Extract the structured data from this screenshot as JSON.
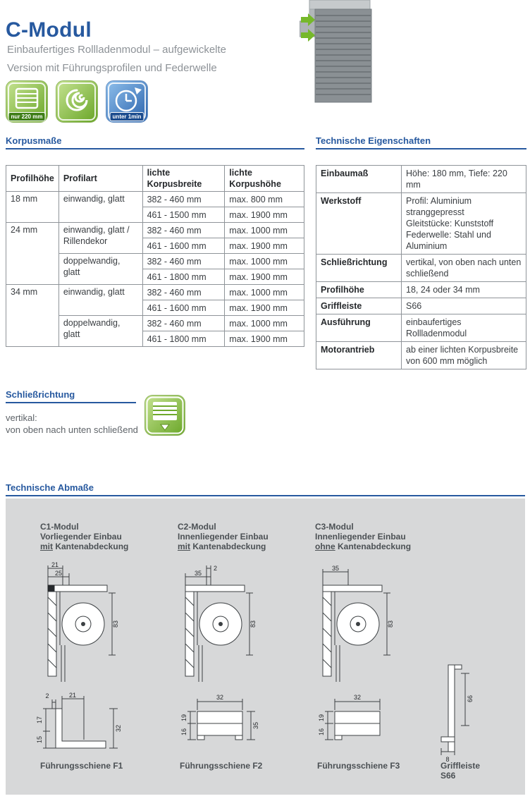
{
  "header": {
    "title": "C-Modul",
    "subtitle1": "Einbaufertiges Rollladenmodul – aufgewickelte",
    "subtitle2": "Version mit Führungsprofilen und Federwelle"
  },
  "badges": {
    "depth_label": "nur 220 mm",
    "time_label": "unter 1min"
  },
  "korpus": {
    "heading": "Korpusmaße",
    "headers": [
      "Profilhöhe",
      "Profilart",
      "lichte Korpusbreite",
      "lichte Korpushöhe"
    ],
    "profilhoehen": [
      "18 mm",
      "24 mm",
      "34 mm"
    ],
    "profilarten": [
      "einwandig, glatt",
      "einwandig, glatt / Rillendekor",
      "doppelwandig, glatt",
      "einwandig, glatt",
      "doppelwandig, glatt"
    ],
    "breiten": [
      "382 - 460 mm",
      "461 - 1500 mm",
      "382 - 460 mm",
      "461 - 1600 mm",
      "382 - 460 mm",
      "461 - 1800 mm",
      "382 - 460 mm",
      "461 - 1600 mm",
      "382 - 460 mm",
      "461 - 1800 mm"
    ],
    "hoehen": [
      "max. 800 mm",
      "max. 1900 mm",
      "max. 1000 mm",
      "max. 1900 mm",
      "max. 1000 mm",
      "max. 1900 mm",
      "max. 1000 mm",
      "max. 1900 mm",
      "max. 1000 mm",
      "max. 1900 mm"
    ]
  },
  "eigenschaften": {
    "heading": "Technische Eigenschaften",
    "rows": [
      {
        "label": "Einbaumaß",
        "value": "Höhe: 180 mm, Tiefe: 220 mm"
      },
      {
        "label": "Werkstoff",
        "value": "Profil: Aluminium stranggepresst\nGleitstücke: Kunststoff\nFederwelle: Stahl und Aluminium"
      },
      {
        "label": "Schließrichtung",
        "value": "vertikal, von oben nach unten\nschließend"
      },
      {
        "label": "Profilhöhe",
        "value": "18, 24 oder 34 mm"
      },
      {
        "label": "Griffleiste",
        "value": "S66"
      },
      {
        "label": "Ausführung",
        "value": "einbaufertiges Rollladenmodul"
      },
      {
        "label": "Motorantrieb",
        "value": "ab einer lichten Korpusbreite\nvon 600 mm möglich"
      }
    ]
  },
  "schliessrichtung": {
    "heading": "Schließrichtung",
    "text1": "vertikal:",
    "text2": "von oben nach unten schließend"
  },
  "abmasse": {
    "heading": "Technische Abmaße",
    "modules": [
      {
        "name": "C1-Modul",
        "line1": "Vorliegender Einbau",
        "emph": "mit",
        "rest": " Kantenabdeckung",
        "dims": {
          "top1": "21",
          "top2": "25",
          "side": "83"
        }
      },
      {
        "name": "C2-Modul",
        "line1": "Innenliegender Einbau",
        "emph": "mit",
        "rest": " Kantenabdeckung",
        "dims": {
          "top1": "2",
          "top2": "35",
          "side": "83"
        }
      },
      {
        "name": "C3-Modul",
        "line1": "Innenliegender Einbau",
        "emph": "ohne",
        "rest": " Kantenabdeckung",
        "dims": {
          "top1": "35",
          "side": "83"
        }
      }
    ],
    "rails": [
      {
        "name": "Führungsschiene F1",
        "dims": {
          "d1": "2",
          "d2": "21",
          "d3": "17",
          "d4": "15",
          "d5": "32"
        }
      },
      {
        "name": "Führungsschiene F2",
        "dims": {
          "d1": "32",
          "d2": "19",
          "d3": "16",
          "d4": "35"
        }
      },
      {
        "name": "Führungsschiene F3",
        "dims": {
          "d1": "32",
          "d2": "19",
          "d3": "16"
        }
      },
      {
        "name": "Griffleiste\nS66",
        "dims": {
          "d1": "66",
          "d2": "8"
        }
      }
    ]
  },
  "colors": {
    "accent_blue": "#27599f",
    "badge_green": "#76b82a",
    "badge_blue": "#2a62ac",
    "panel_gray": "#d7d8d9"
  }
}
